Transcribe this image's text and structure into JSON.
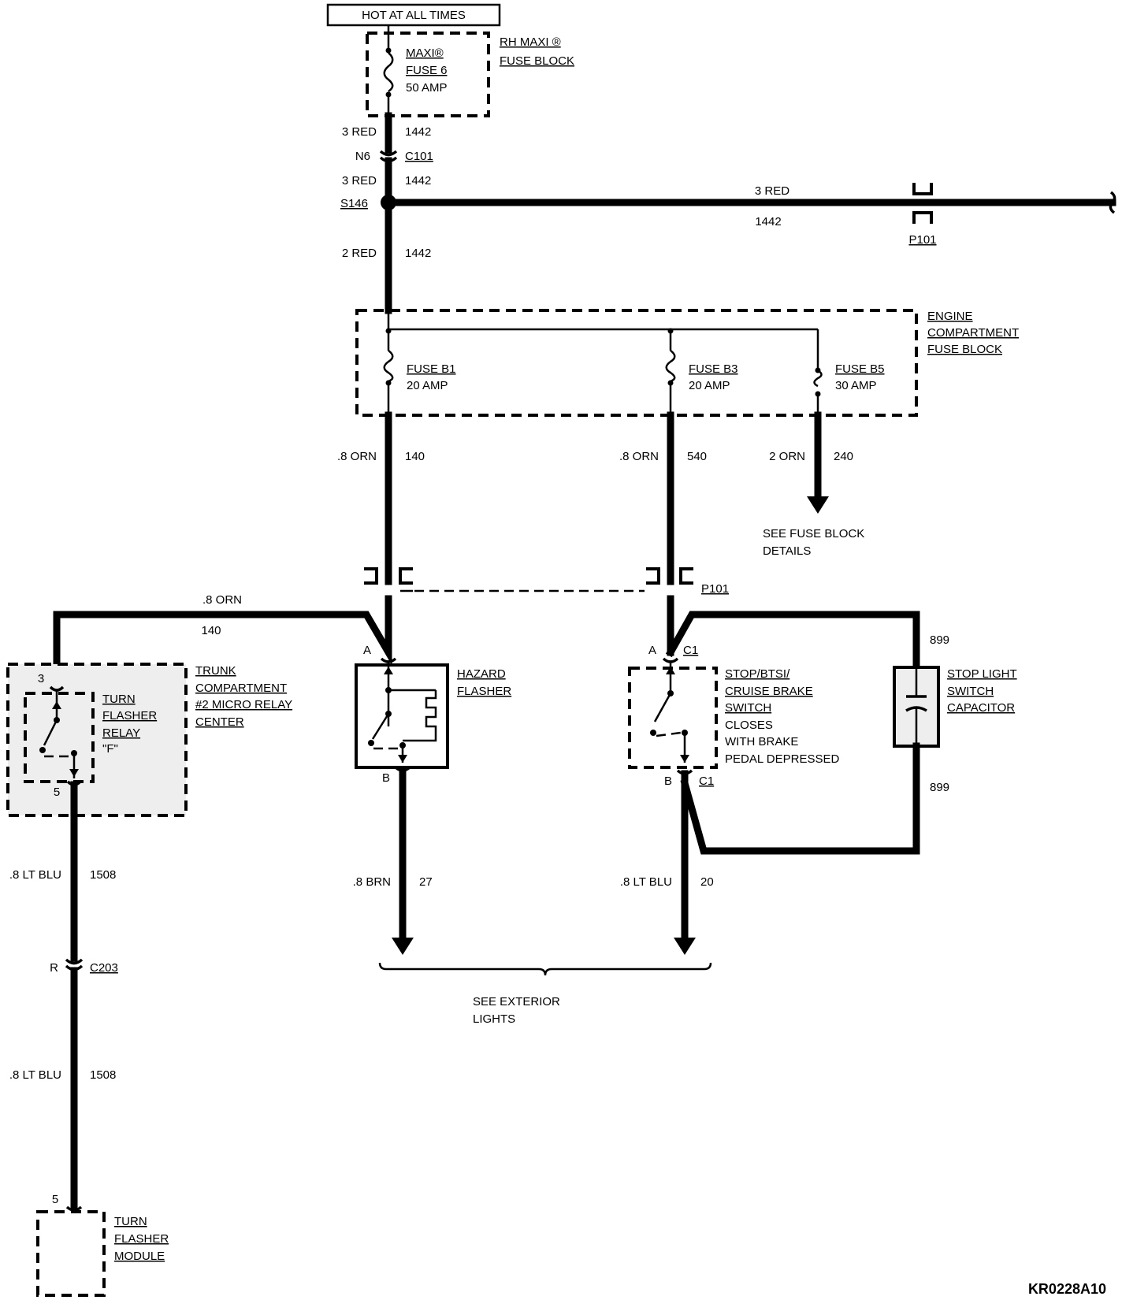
{
  "labels": {
    "hot_at_all_times": "HOT AT ALL TIMES",
    "maxi_fuse_line1": "MAXI®",
    "maxi_fuse_line2": "FUSE 6",
    "maxi_fuse_line3": "50 AMP",
    "rh_maxi_line1": "RH MAXI ®",
    "rh_maxi_line2": "FUSE BLOCK",
    "w1_gauge": "3 RED",
    "w1_circuit": "1442",
    "n6": "N6",
    "c101": "C101",
    "w2_gauge": "3 RED",
    "w2_circuit": "1442",
    "s146": "S146",
    "w3_gauge": "3 RED",
    "w3_circuit": "1442",
    "p101_top": "P101",
    "w4_gauge": "2 RED",
    "w4_circuit": "1442",
    "engine_line1": "ENGINE",
    "engine_line2": "COMPARTMENT",
    "engine_line3": "FUSE BLOCK",
    "fuse_b1_name": "FUSE B1",
    "fuse_b1_amp": "20 AMP",
    "fuse_b3_name": "FUSE B3",
    "fuse_b3_amp": "20 AMP",
    "fuse_b5_name": "FUSE B5",
    "fuse_b5_amp": "30 AMP",
    "w5_gauge": ".8 ORN",
    "w5_circuit": "140",
    "w6_gauge": ".8 ORN",
    "w6_circuit": "540",
    "w7_gauge": "2 ORN",
    "w7_circuit": "240",
    "see_fuse_line1": "SEE FUSE BLOCK",
    "see_fuse_line2": "DETAILS",
    "p101_mid": "P101",
    "w8_gauge": ".8 ORN",
    "w8_circuit": "140",
    "term_a_hazard": "A",
    "term_a_stop": "A",
    "c1_top": "C1",
    "w_899_top": "899",
    "term_3": "3",
    "trunk_line1": "TRUNK",
    "trunk_line2": "COMPARTMENT",
    "trunk_line3": "#2 MICRO RELAY",
    "trunk_line4": "CENTER",
    "relay_line1": "TURN",
    "relay_line2": "FLASHER",
    "relay_line3": "RELAY",
    "relay_line4": "\"F\"",
    "hazard_line1": "HAZARD",
    "hazard_line2": "FLASHER",
    "stop_line1": "STOP/BTSI/",
    "stop_line2": "CRUISE BRAKE",
    "stop_line3": "SWITCH",
    "stop_line4": "CLOSES",
    "stop_line5": "WITH BRAKE",
    "stop_line6": "PEDAL DEPRESSED",
    "cap_line1": "STOP LIGHT",
    "cap_line2": "SWITCH",
    "cap_line3": "CAPACITOR",
    "term_5_relay": "5",
    "term_b_hazard": "B",
    "term_b_stop": "B",
    "c1_bottom": "C1",
    "w_899_bottom": "899",
    "w9_gauge": ".8 LT BLU",
    "w9_circuit": "1508",
    "w10_gauge": ".8 BRN",
    "w10_circuit": "27",
    "w11_gauge": ".8 LT BLU",
    "w11_circuit": "20",
    "r_label": "R",
    "c203": "C203",
    "see_ext_line1": "SEE EXTERIOR",
    "see_ext_line2": "LIGHTS",
    "w12_gauge": ".8 LT BLU",
    "w12_circuit": "1508",
    "term_5_module": "5",
    "module_line1": "TURN",
    "module_line2": "FLASHER",
    "module_line3": "MODULE",
    "diagram_id": "KR0228A10"
  }
}
